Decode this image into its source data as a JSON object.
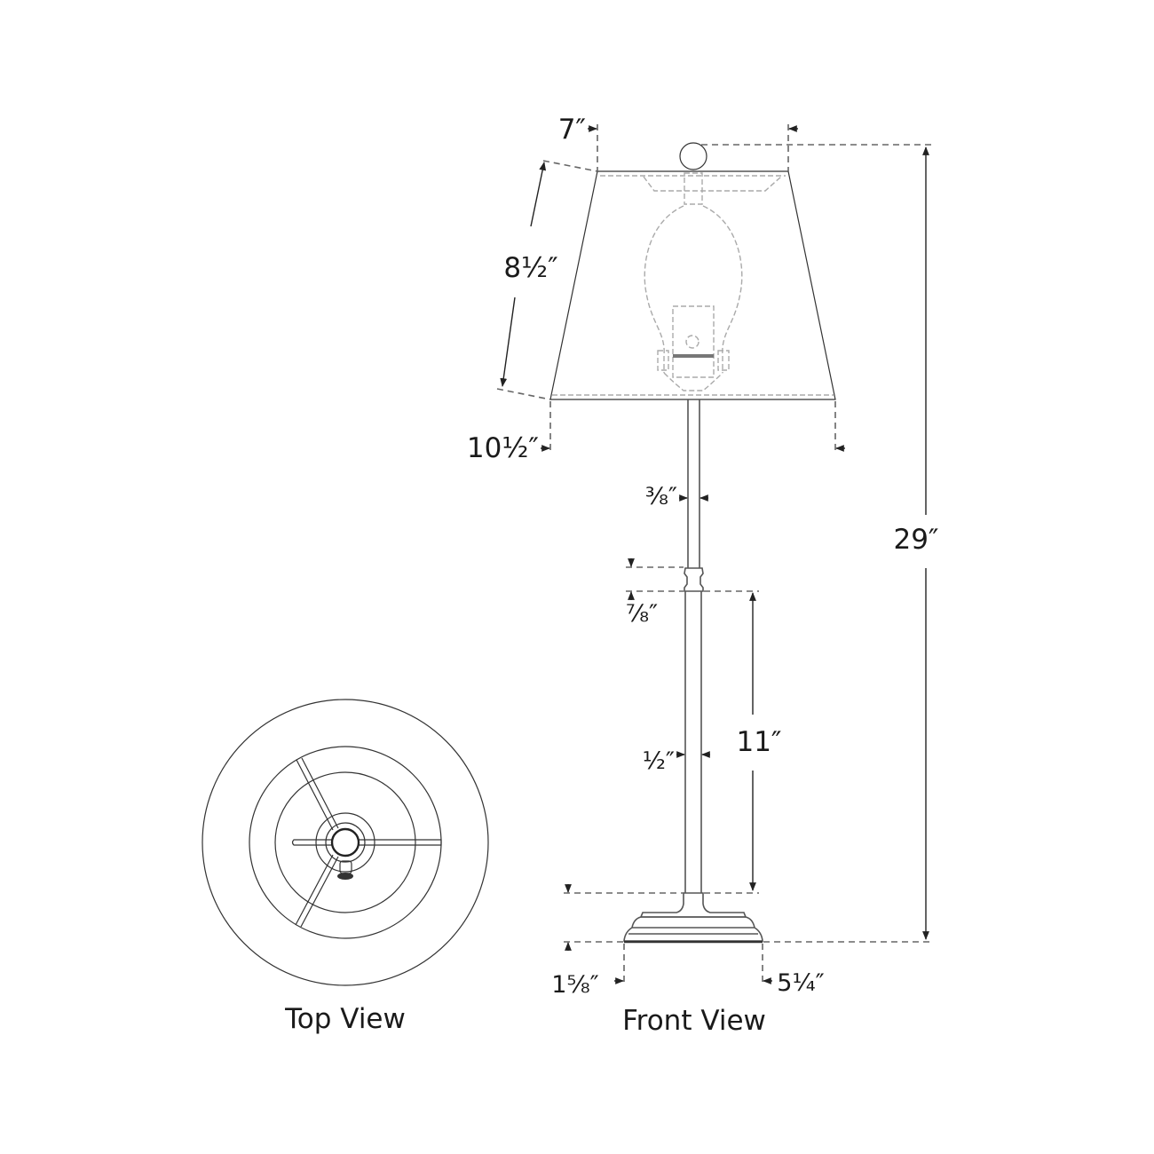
{
  "views": {
    "top_view_label": "Top View",
    "front_view_label": "Front View"
  },
  "dimensions": {
    "shade_top_width": "7″",
    "shade_slant_height": "8½″",
    "shade_bottom_width": "10½″",
    "upper_stem_width": "⅜″",
    "collar_height": "⅞″",
    "lower_stem_height": "11″",
    "lower_stem_width": "½″",
    "overall_height": "29″",
    "base_height": "1⅝″",
    "base_width": "5¼″"
  },
  "colors": {
    "line": "#555555",
    "ghost_line": "#aaaaaa",
    "text": "#1a1a1a"
  }
}
